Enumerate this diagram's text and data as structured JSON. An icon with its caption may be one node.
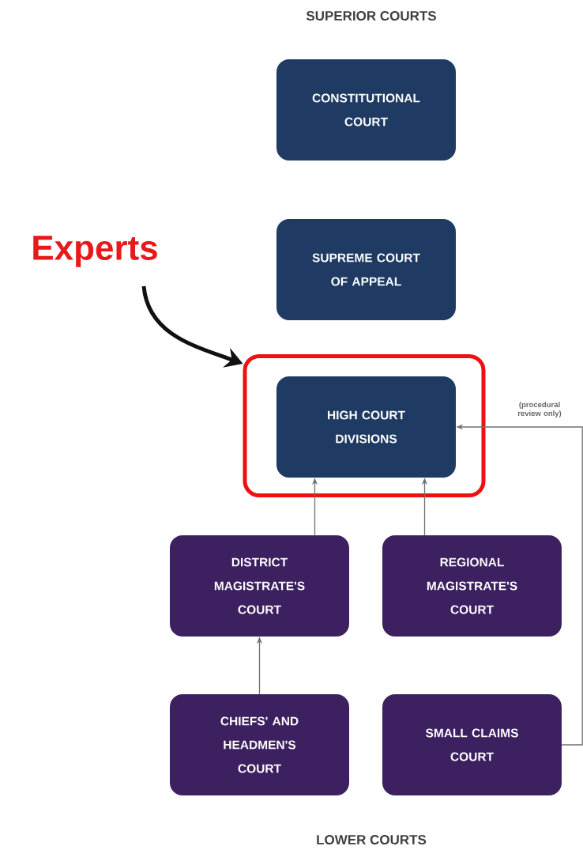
{
  "diagram": {
    "title": "SUPERIOR COURTS",
    "nodes": [
      {
        "text": [
          "CONSTITUTIONAL COURT"
        ]
      },
      {
        "text": [
          "SUPREME COURT OF APPEAL"
        ]
      },
      {
        "text": [],
        "shape": "box"
      },
      {
        "text": [
          "HIGH COURT DIVISIONS"
        ],
        "in": 2
      },
      {
        "text": [
          "DISTRICT MAGISTRATE'S COURT"
        ]
      },
      {
        "text": [
          "REGIONAL MAGISTRATE'S COURT"
        ]
      },
      {
        "text": [
          "CHIEFS' AND HEADMEN'S COURT"
        ]
      },
      {
        "text": [
          "SMALL CLAIMS COURT"
        ]
      },
      {
        "text": [
          "Experts"
        ]
      }
    ],
    "edges": [
      {
        "from": 4,
        "to": 3,
        "arrow": "to"
      },
      {
        "from": 5,
        "to": 3,
        "arrow": "to"
      },
      {
        "from": 6,
        "to": 4,
        "arrow": "to"
      },
      {
        "from": 7,
        "to": 3,
        "arrow": "to",
        "label": "(procedural review only)"
      },
      {
        "from": 8,
        "to": 2,
        "arrow": "to",
        "style": "thick",
        "color": "#111111"
      }
    ],
    "labels": [
      "LOWER COURTS"
    ]
  }
}
